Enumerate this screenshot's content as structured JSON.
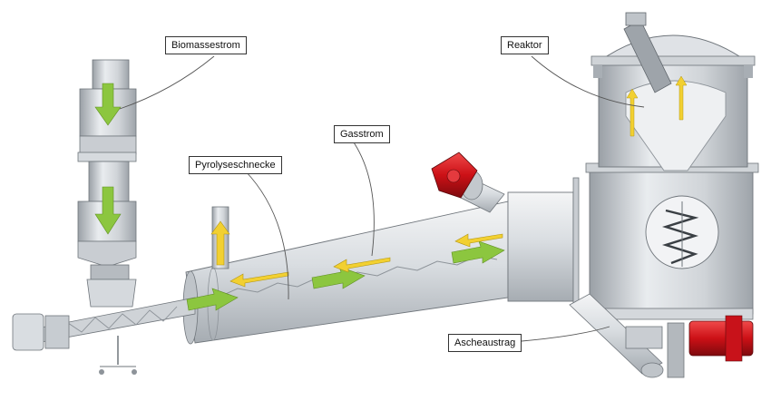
{
  "labels": {
    "biomass_stream": "Biomassestrom",
    "reactor": "Reaktor",
    "gas_stream": "Gasstrom",
    "pyrolysis_screw": "Pyrolyseschnecke",
    "ash_discharge": "Ascheaustrag"
  },
  "colors": {
    "steel_light": "#e4e7ea",
    "steel_mid": "#bfc4c9",
    "steel_dark": "#8d9399",
    "drive_red": "#d0161c",
    "flow_green": "#8cc63f",
    "flow_yellow": "#f2d031",
    "leader_line": "#555555"
  },
  "icons": [
    "flow-arrow-green",
    "flow-arrow-yellow",
    "geared-motor-red"
  ]
}
